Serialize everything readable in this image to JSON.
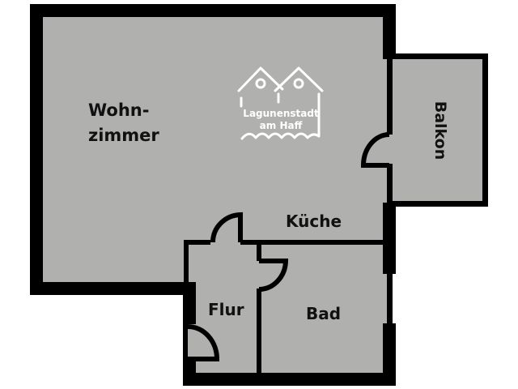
{
  "floorplan": {
    "colors": {
      "room_fill": "#b0b0af",
      "wall": "#000000",
      "background": "#ffffff",
      "label": "#111111",
      "logo": "#ffffff"
    },
    "rooms": {
      "wohnzimmer": {
        "line1": "Wohn-",
        "line2": "zimmer"
      },
      "kueche": {
        "label": "Küche"
      },
      "flur": {
        "label": "Flur"
      },
      "bad": {
        "label": "Bad"
      },
      "balkon": {
        "label": "Balkon"
      }
    },
    "logo": {
      "line1": "Lagunenstadt",
      "line2": "am Haff",
      "icon": "two-houses-waves-icon"
    }
  }
}
